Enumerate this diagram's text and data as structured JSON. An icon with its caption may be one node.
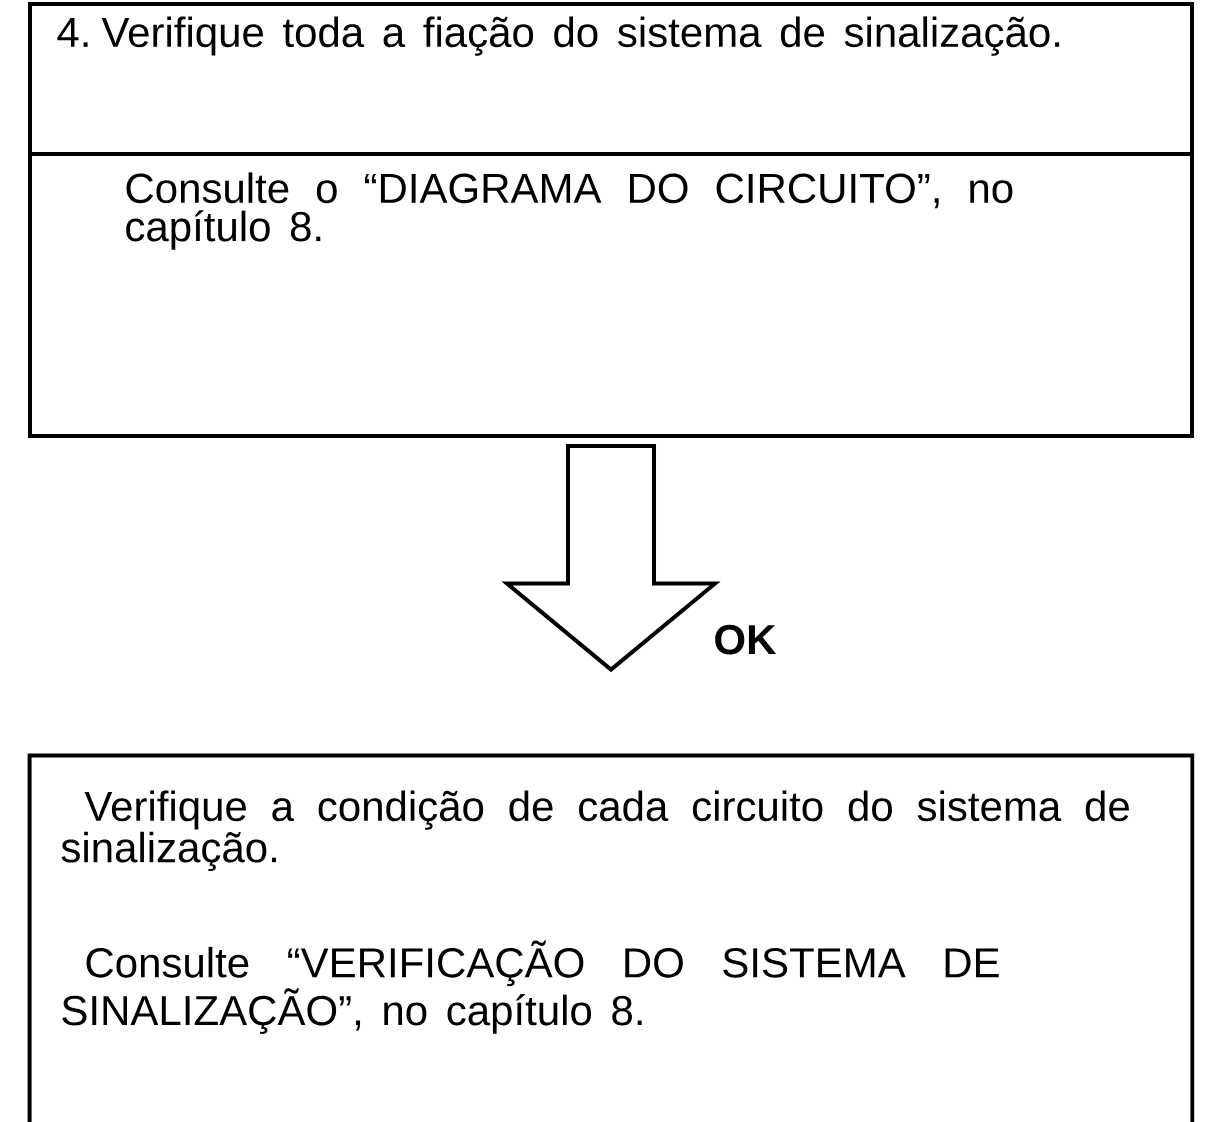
{
  "diagram": {
    "nodes": [
      {
        "text": [
          "4. Verifique toda a fiação do sistema de sinalização.",
          "Consulte o “DIAGRAMA DO CIRCUITO”, no capítulo 8."
        ]
      },
      {
        "text": [
          "Verifique a condição de cada circuito do sistema de sinalização.",
          "Consulte “VERIFICAÇÃO DO SISTEMA DE SINALIZAÇÃO”, no capítulo 8."
        ]
      }
    ],
    "edges": [
      {
        "from": 0,
        "to": 1,
        "arrow": "to",
        "label": "OK"
      }
    ]
  }
}
